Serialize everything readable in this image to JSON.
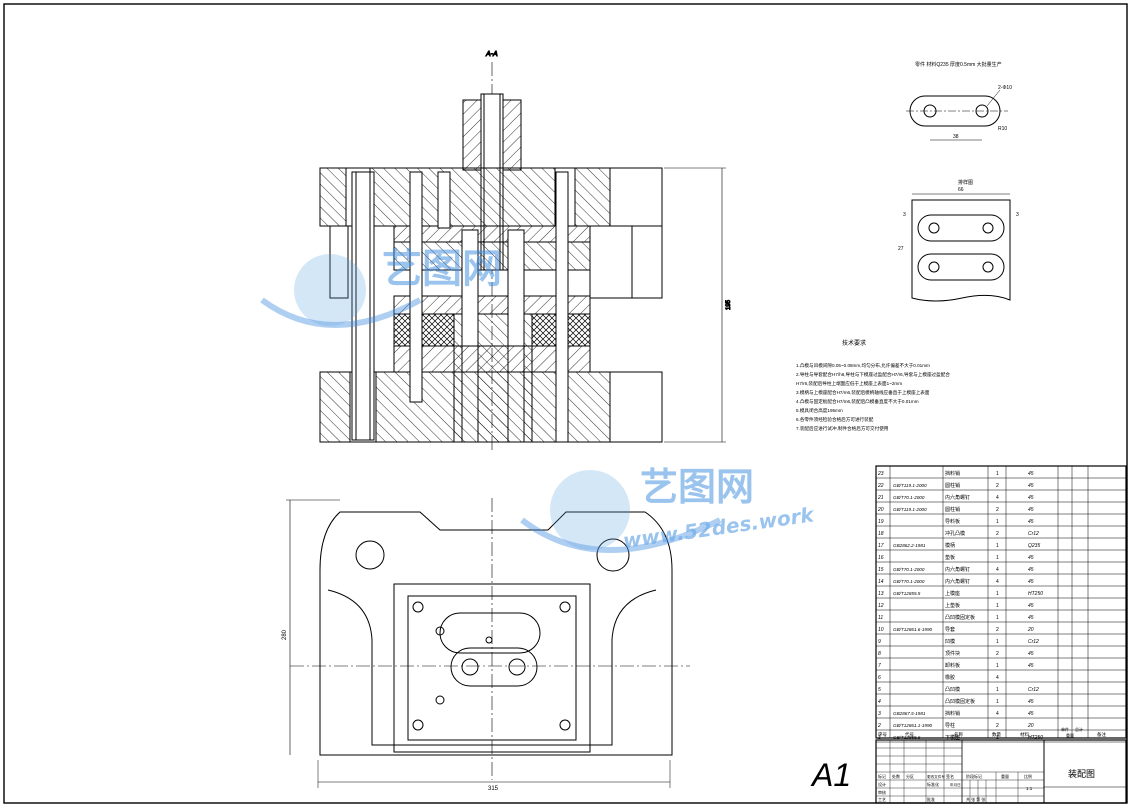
{
  "drawing": {
    "section_label": "A-A",
    "sheet_size": "A1",
    "drawing_title": "装配图"
  },
  "detail_views": {
    "part_note": "零件  材料Q235  厚度0.5mm  大批量生产",
    "blank_label": "排样图",
    "dims": {
      "hole_dia": "2-Φ10",
      "hole_pitch": "38",
      "r_corner": "R10",
      "layout_width": "66",
      "layout_step": "27",
      "edge_a": "3",
      "edge_b": "3"
    }
  },
  "main_dims": {
    "height_overall": "195",
    "plan_width": "315",
    "plan_height": "280"
  },
  "tech_requirements": {
    "title": "技术要求",
    "items": [
      "1.凸模与凹模间隙0.05~0.08mm,均匀分布,允许偏差不大于0.01mm",
      "2.导柱与导套配合H7/h6,导柱与下模座过盈配合H7/r6,导套与上模座过盈配合",
      "   H7/r6,装配后导柱上端面应低于上模座上表面1~2mm",
      "3.模柄与上模座配合H7/m6,装配后模柄轴线应垂直于上模座上表面",
      "4.凸模与固定板配合H7/m6,装配后凸模垂直度不大于0.01mm",
      "5.模具闭合高度195mm",
      "6.各零件须经检验合格后方可进行装配",
      "7.装配后应进行试冲,制件合格后方可交付使用"
    ]
  },
  "bom": {
    "rows": [
      {
        "no": "23",
        "code": "",
        "name": "挡料销",
        "qty": "1",
        "material": "45"
      },
      {
        "no": "22",
        "code": "GB/T119.1-2000",
        "name": "圆柱销",
        "qty": "2",
        "material": "45"
      },
      {
        "no": "21",
        "code": "GB/T70.1-2000",
        "name": "内六角螺钉",
        "qty": "4",
        "material": "45"
      },
      {
        "no": "20",
        "code": "GB/T119.1-2000",
        "name": "圆柱销",
        "qty": "2",
        "material": "45"
      },
      {
        "no": "19",
        "code": "",
        "name": "导料板",
        "qty": "1",
        "material": "45"
      },
      {
        "no": "18",
        "code": "",
        "name": "冲孔凸模",
        "qty": "2",
        "material": "Cr12"
      },
      {
        "no": "17",
        "code": "GB2862.2-1981",
        "name": "模柄",
        "qty": "1",
        "material": "Q235"
      },
      {
        "no": "16",
        "code": "",
        "name": "垫板",
        "qty": "1",
        "material": "45"
      },
      {
        "no": "15",
        "code": "GB/T70.1-2000",
        "name": "内六角螺钉",
        "qty": "4",
        "material": "45"
      },
      {
        "no": "14",
        "code": "GB/T70.1-2000",
        "name": "内六角螺钉",
        "qty": "4",
        "material": "45"
      },
      {
        "no": "13",
        "code": "GB/T12855.5",
        "name": "上模座",
        "qty": "1",
        "material": "HT250"
      },
      {
        "no": "12",
        "code": "",
        "name": "上垫板",
        "qty": "1",
        "material": "45"
      },
      {
        "no": "11",
        "code": "",
        "name": "凸凹模固定板",
        "qty": "1",
        "material": "45"
      },
      {
        "no": "10",
        "code": "GB/T12861.6-1990",
        "name": "导套",
        "qty": "2",
        "material": "20"
      },
      {
        "no": "9",
        "code": "",
        "name": "凹模",
        "qty": "1",
        "material": "Cr12"
      },
      {
        "no": "8",
        "code": "",
        "name": "顶件块",
        "qty": "2",
        "material": "45"
      },
      {
        "no": "7",
        "code": "",
        "name": "卸料板",
        "qty": "1",
        "material": "45"
      },
      {
        "no": "6",
        "code": "",
        "name": "橡胶",
        "qty": "4",
        "material": ""
      },
      {
        "no": "5",
        "code": "",
        "name": "凸凹模",
        "qty": "1",
        "material": "Cr12"
      },
      {
        "no": "4",
        "code": "",
        "name": "凸凹模固定板",
        "qty": "1",
        "material": "45"
      },
      {
        "no": "3",
        "code": "GB2867.5-1981",
        "name": "挡料销",
        "qty": "4",
        "material": "45"
      },
      {
        "no": "2",
        "code": "GB/T12861.1-1990",
        "name": "导柱",
        "qty": "2",
        "material": "20"
      },
      {
        "no": "1",
        "code": "GB/T12855.6",
        "name": "下模座",
        "qty": "1",
        "material": "HT250"
      }
    ],
    "header": {
      "seq": "序号",
      "code": "代号",
      "name": "名称",
      "qty": "数量",
      "material": "材料",
      "single": "单件",
      "total": "总计",
      "weight": "重量",
      "remark": "备注"
    }
  },
  "title_block": {
    "mark": "标记",
    "count": "处数",
    "zone": "分区",
    "change_doc": "更改文件号",
    "sign": "签名",
    "date": "年月日",
    "design": "设计",
    "standard": "标准化",
    "review": "审核",
    "process": "工艺",
    "approve": "批准",
    "stage_mark": "阶段标记",
    "weight": "重量",
    "scale": "比例",
    "scale_val": "1:1",
    "sheets": "共  张  第  张"
  },
  "watermark": {
    "brand_top": "艺图网",
    "brand_mid": "艺图网",
    "url": "www.52des.work"
  }
}
